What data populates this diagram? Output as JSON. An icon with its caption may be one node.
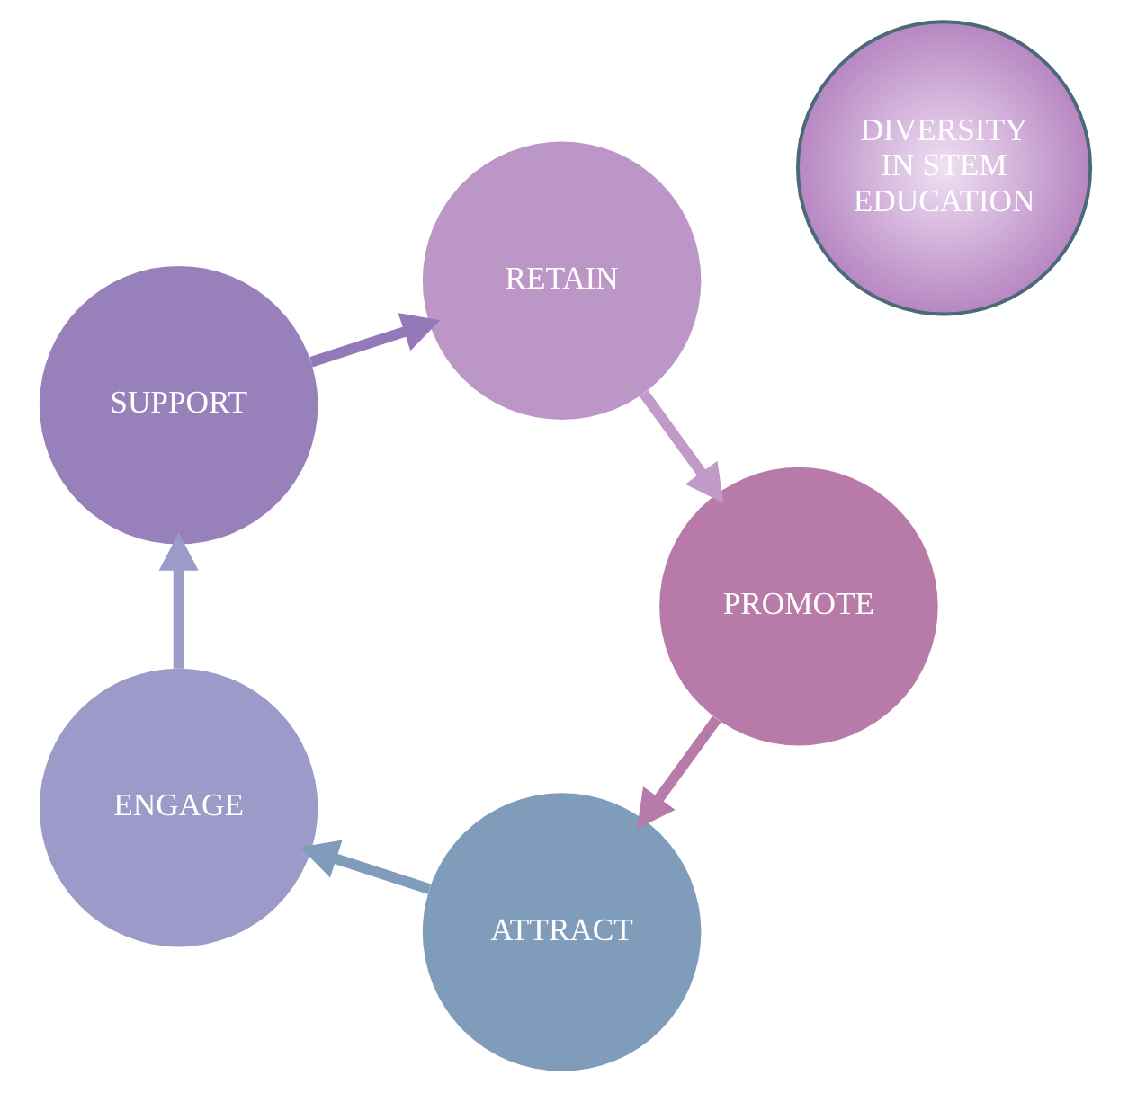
{
  "diagram": {
    "nodes": [
      {
        "text": [
          "ATTRACT"
        ]
      },
      {
        "text": [
          "ENGAGE"
        ]
      },
      {
        "text": [
          "SUPPORT"
        ]
      },
      {
        "text": [
          "RETAIN"
        ]
      },
      {
        "text": [
          "PROMOTE"
        ]
      },
      {
        "text": [
          "DIVERSITY IN STEM EDUCATION"
        ]
      }
    ],
    "edges": [
      {
        "from": 0,
        "to": 1,
        "arrow": "to",
        "color": "#7f9cbb"
      },
      {
        "from": 1,
        "to": 2,
        "arrow": "to",
        "color": "#9b9ac8"
      },
      {
        "from": 2,
        "to": 3,
        "arrow": "to",
        "color": "#9478b8"
      },
      {
        "from": 3,
        "to": 4,
        "arrow": "to",
        "color": "#c09ac8"
      },
      {
        "from": 4,
        "to": 0,
        "arrow": "to",
        "color": "#b87aa8"
      }
    ]
  }
}
